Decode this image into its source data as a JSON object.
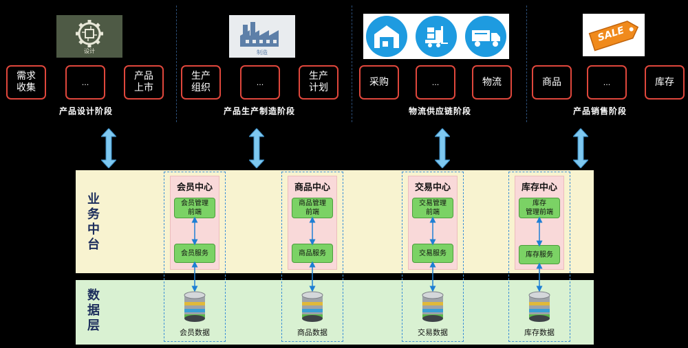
{
  "stages": [
    {
      "title": "产品设计阶段",
      "items": [
        "需求\n收集",
        "...",
        "产品\n上市"
      ],
      "icon_label": "设计",
      "icon": "gear-circuit-icon"
    },
    {
      "title": "产品生产制造阶段",
      "items": [
        "生产\n组织",
        "...",
        "生产\n计划"
      ],
      "icon_label": "制造",
      "icon": "factory-icon"
    },
    {
      "title": "物流供应链阶段",
      "items": [
        "采购",
        "...",
        "物流"
      ],
      "icon_label": "",
      "icon": "warehouse-forklift-truck-icons"
    },
    {
      "title": "产品销售阶段",
      "items": [
        "商品",
        "...",
        "库存"
      ],
      "icon_label": "",
      "icon": "sale-tag-icon"
    }
  ],
  "sale_tag_text": "SALE",
  "layers": {
    "business": "业\n务\n中\n台",
    "data": "数\n据\n层"
  },
  "centers": [
    {
      "title": "会员中心",
      "frontend": "会员管理\n前端",
      "service": "会员服务",
      "data": "会员数据"
    },
    {
      "title": "商品中心",
      "frontend": "商品管理\n前端",
      "service": "商品服务",
      "data": "商品数据"
    },
    {
      "title": "交易中心",
      "frontend": "交易管理\n前端",
      "service": "交易服务",
      "data": "交易数据"
    },
    {
      "title": "库存中心",
      "frontend": "库存\n管理前端",
      "service": "库存服务",
      "data": "库存数据"
    }
  ],
  "colors": {
    "stage_border": "#e0473c",
    "separator": "#2c4f7a",
    "arrow": "#7ec8f0",
    "business_band": "#f8f3d0",
    "data_band": "#d9f1d2",
    "service_col_border": "#3b8fd6",
    "center_fill": "#f9d9d9",
    "service_green": "#7bd265",
    "layer_label": "#1c2d5c"
  }
}
